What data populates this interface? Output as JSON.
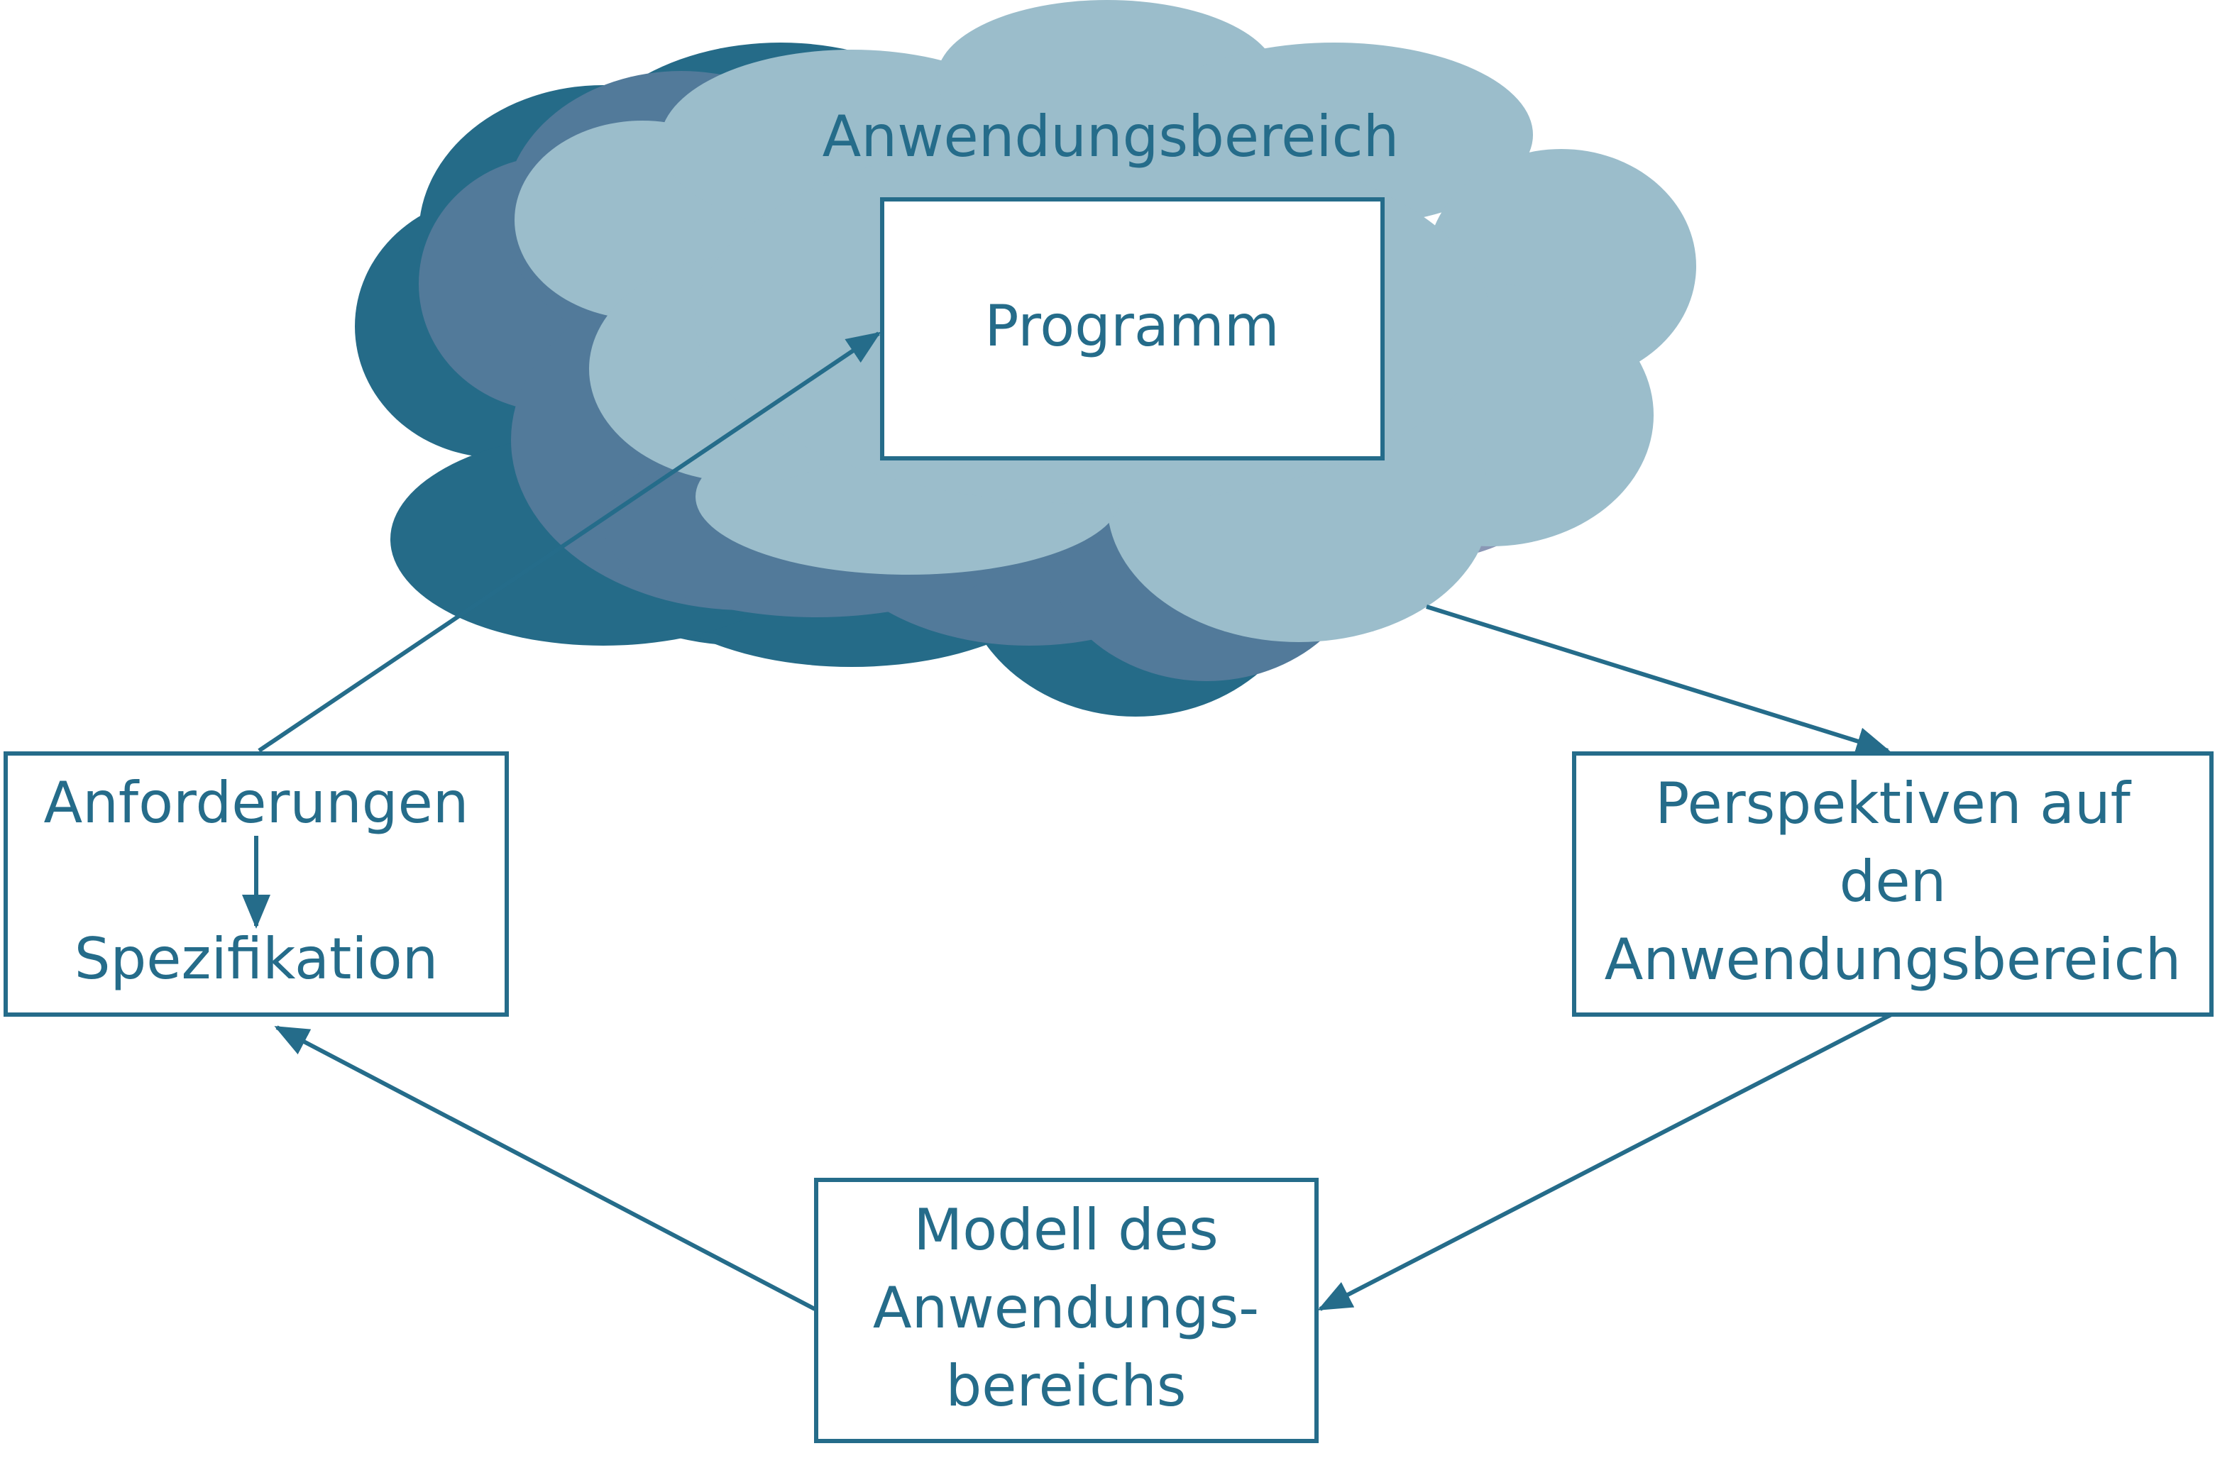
{
  "colors": {
    "primary": "#256c8a",
    "cloud_back": "#256b88",
    "cloud_middle": "#527a9a",
    "cloud_front": "#9bbdcb",
    "cloud_shadow": "#8a97b5",
    "box_fill": "#ffffff"
  },
  "cloud": {
    "title": "Anwendungsbereich"
  },
  "boxes": {
    "programm": {
      "label": "Programm"
    },
    "anforderungen": {
      "label_top": "Anforderungen",
      "label_bottom": "Spezifikation"
    },
    "perspektiven": {
      "lines": [
        "Perspektiven auf",
        "den",
        "Anwendungsbereich"
      ]
    },
    "modell": {
      "lines": [
        "Modell des",
        "Anwendungs-",
        "bereichs"
      ]
    }
  }
}
